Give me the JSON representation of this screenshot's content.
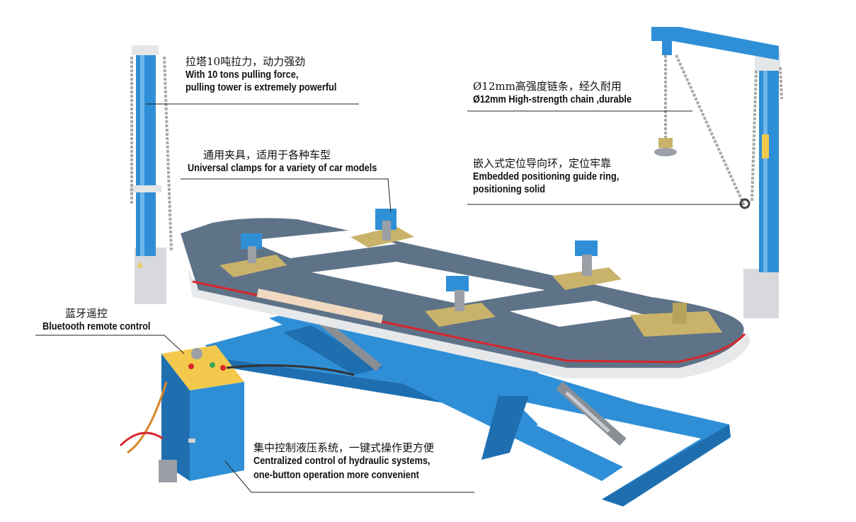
{
  "callouts": {
    "tower": {
      "zh": "拉塔10吨拉力，动力强劲",
      "en_line1": "With 10 tons pulling force,",
      "en_line2": "pulling tower is extremely powerful"
    },
    "chain": {
      "zh": "Ø12mm高强度链条，经久耐用",
      "en": "Ø12mm High-strength chain ,durable"
    },
    "clamps": {
      "zh": "通用夹具，适用于各种车型",
      "en": "Universal clamps for a variety of car models"
    },
    "guide_ring": {
      "zh": "嵌入式定位导向环，定位牢靠",
      "en_line1": "Embedded positioning guide ring,",
      "en_line2": "positioning solid"
    },
    "remote": {
      "zh": "蓝牙遥控",
      "en": "Bluetooth remote control"
    },
    "hydraulic": {
      "zh": "集中控制液压系统，一键式操作更方便",
      "en_line1": "Centralized control of hydraulic systems,",
      "en_line2": "one-button operation more convenient"
    }
  },
  "colors": {
    "frame_blue": "#2f8fd6",
    "frame_dark": "#1f6fb0",
    "deck_gray": "#5f7388",
    "clamp_gold": "#c9b36a",
    "stripe_red": "#d8262b",
    "panel_yellow": "#f2c94c"
  }
}
